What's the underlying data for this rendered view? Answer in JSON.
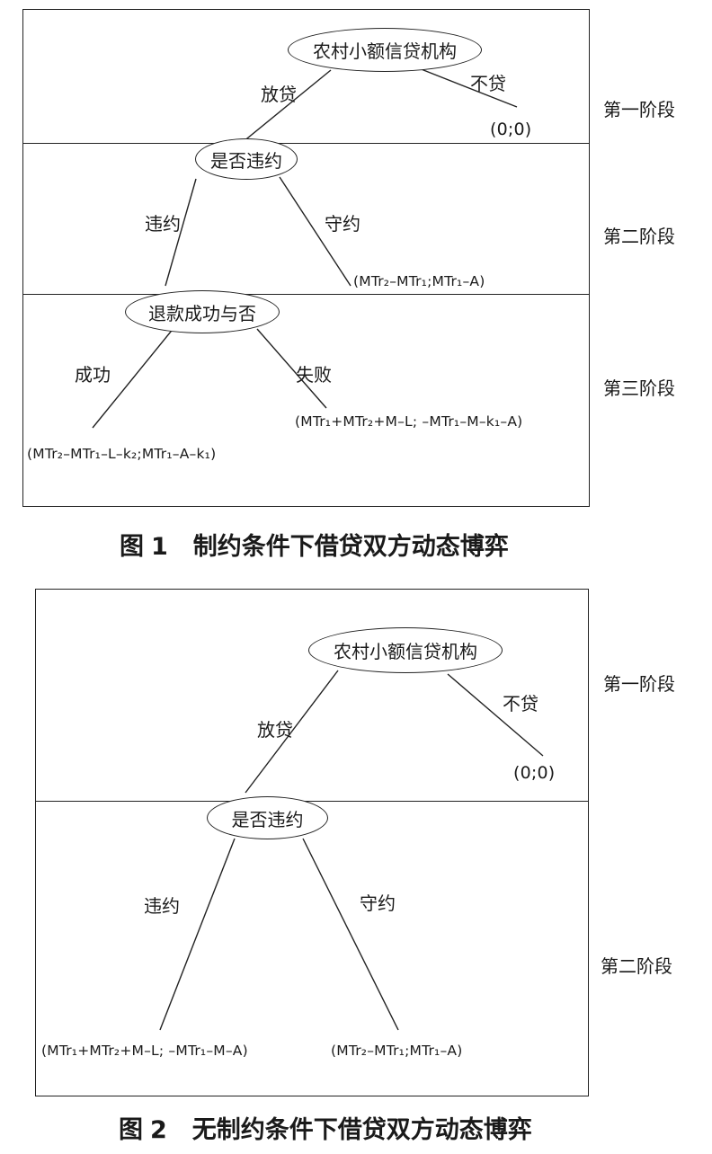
{
  "figure1": {
    "caption_prefix": "图",
    "caption_number": "1",
    "caption_title": "制约条件下借贷双方动态博弈",
    "stages": [
      "第一阶段",
      "第二阶段",
      "第三阶段"
    ],
    "nodes": {
      "root": "农村小额信贷机构",
      "default_decision": "是否违约",
      "refund_decision": "退款成功与否"
    },
    "edges": {
      "lend": "放贷",
      "no_lend": "不贷",
      "default": "违约",
      "keep": "守约",
      "success": "成功",
      "fail": "失败"
    },
    "payoffs": {
      "no_lend": "(0;0)",
      "keep": "(MTr₂–MTr₁;MTr₁–A)",
      "fail": "(MTr₁+MTr₂+M–L; –MTr₁–M–k₁–A)",
      "success": "(MTr₂–MTr₁–L–k₂;MTr₁–A–k₁)"
    }
  },
  "figure2": {
    "caption_prefix": "图",
    "caption_number": "2",
    "caption_title": "无制约条件下借贷双方动态博弈",
    "stages": [
      "第一阶段",
      "第二阶段"
    ],
    "nodes": {
      "root": "农村小额信贷机构",
      "default_decision": "是否违约"
    },
    "edges": {
      "lend": "放贷",
      "no_lend": "不贷",
      "default": "违约",
      "keep": "守约"
    },
    "payoffs": {
      "no_lend": "(0;0)",
      "default": "(MTr₁+MTr₂+M–L; –MTr₁–M–A)",
      "keep": "(MTr₂–MTr₁;MTr₁–A)"
    }
  }
}
